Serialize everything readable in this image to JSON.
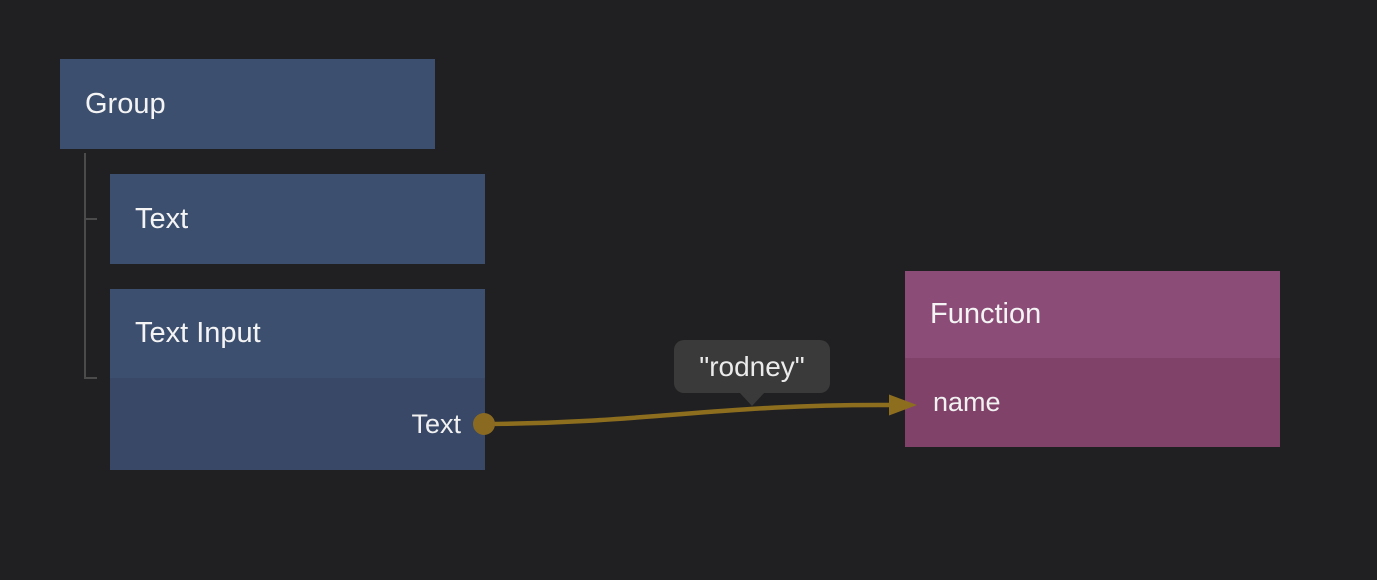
{
  "canvas": {
    "background_color": "#202022",
    "tree_line_color": "#4b4b4b",
    "text_color": "#f4f4f4"
  },
  "nodes": {
    "group": {
      "title": "Group",
      "color": "#3d4f6f"
    },
    "text": {
      "title": "Text",
      "color": "#3d4f6f"
    },
    "text_input": {
      "title": "Text Input",
      "header_color": "#3d4f6f",
      "body_color": "#384866",
      "output_port": {
        "label": "Text",
        "direction": "output",
        "port_color": "#8a6a21"
      }
    },
    "function": {
      "title": "Function",
      "header_color": "#8b4c77",
      "body_color": "#804269",
      "input_port": {
        "label": "name",
        "direction": "input"
      }
    }
  },
  "connection": {
    "from_port": "Text",
    "to_port": "name",
    "value_tooltip": "\"rodney\"",
    "wire_color": "#8d6e1f",
    "tooltip_background": "#3a3a3a"
  }
}
